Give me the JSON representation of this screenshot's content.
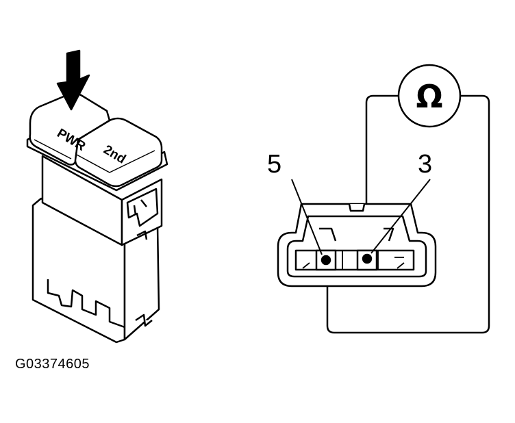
{
  "switch": {
    "button_pwr_label": "PWR",
    "button_2nd_label": "2nd"
  },
  "connector": {
    "pin_left_label": "5",
    "pin_right_label": "3"
  },
  "meter": {
    "symbol": "Ω"
  },
  "figure_id": "G03374605"
}
